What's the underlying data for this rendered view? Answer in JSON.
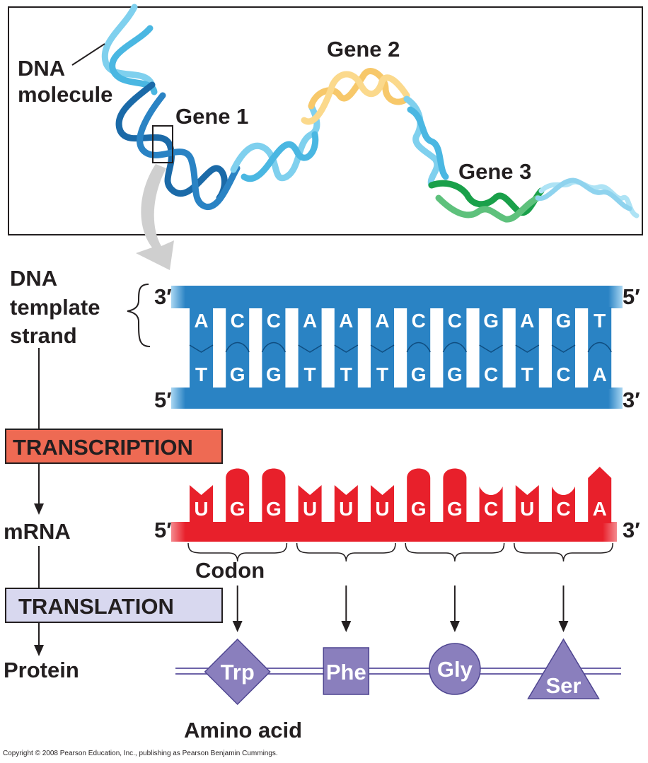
{
  "dna_panel": {
    "dna_molecule_label_line1": "DNA",
    "dna_molecule_label_line2": "molecule",
    "gene1_label": "Gene 1",
    "gene2_label": "Gene 2",
    "gene3_label": "Gene 3"
  },
  "template_strand": {
    "label_line1": "DNA",
    "label_line2": "template",
    "label_line3": "strand",
    "top_left_end": "3′",
    "top_right_end": "5′",
    "bottom_left_end": "5′",
    "bottom_right_end": "3′",
    "top_bases": [
      "A",
      "C",
      "C",
      "A",
      "A",
      "A",
      "C",
      "C",
      "G",
      "A",
      "G",
      "T"
    ],
    "bottom_bases": [
      "T",
      "G",
      "G",
      "T",
      "T",
      "T",
      "G",
      "G",
      "C",
      "T",
      "C",
      "A"
    ]
  },
  "processes": {
    "transcription": "TRANSCRIPTION",
    "translation": "TRANSLATION"
  },
  "mrna": {
    "label": "mRNA",
    "left_end": "5′",
    "right_end": "3′",
    "bases": [
      "U",
      "G",
      "G",
      "U",
      "U",
      "U",
      "G",
      "G",
      "C",
      "U",
      "C",
      "A"
    ]
  },
  "codon_label": "Codon",
  "protein": {
    "label": "Protein",
    "amino_acid_label": "Amino acid",
    "amino_acids": [
      {
        "name": "Trp",
        "shape": "diamond"
      },
      {
        "name": "Phe",
        "shape": "square"
      },
      {
        "name": "Gly",
        "shape": "circle"
      },
      {
        "name": "Ser",
        "shape": "triangle"
      }
    ]
  },
  "colors": {
    "dna_blue": "#2a83c4",
    "dna_dark": "#1b6aa8",
    "dna_light": "#8fd3ee",
    "gene2_yellow": "#f7c86a",
    "gene3_green": "#1aa04a",
    "mrna_red": "#e8202b",
    "transcription_box": "#ee6a53",
    "translation_box": "#d8d8ef",
    "amino_acid_purple": "#8a7fbd"
  },
  "copyright": "Copyright © 2008 Pearson Education, Inc., publishing as Pearson Benjamin Cummings."
}
